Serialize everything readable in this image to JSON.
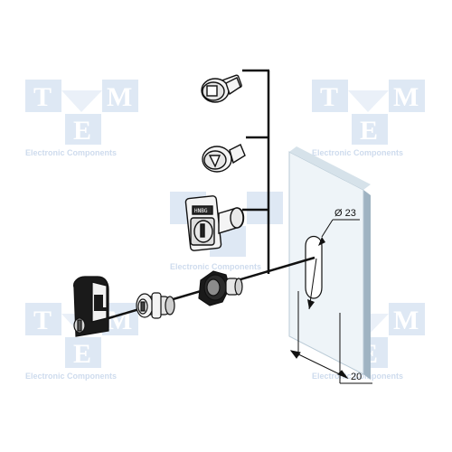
{
  "watermark": {
    "letters": [
      "T",
      "M",
      "E"
    ],
    "caption": "Electronic Components",
    "color": "#dbe6f3"
  },
  "dimensions": {
    "diameter_label": "Ø 23",
    "width_label": "20"
  },
  "colors": {
    "panel_face": "#eef4f8",
    "panel_edge": "#b9cad6",
    "line": "#111111",
    "part_light": "#f4f4f4",
    "part_dark": "#1a1a1a"
  },
  "parts": [
    {
      "name": "square-insert-icon"
    },
    {
      "name": "triangle-insert-icon"
    },
    {
      "name": "key-lock-insert-icon"
    },
    {
      "name": "handle-cap-icon"
    },
    {
      "name": "lock-cylinder-icon"
    },
    {
      "name": "mounting-nut-icon"
    }
  ]
}
